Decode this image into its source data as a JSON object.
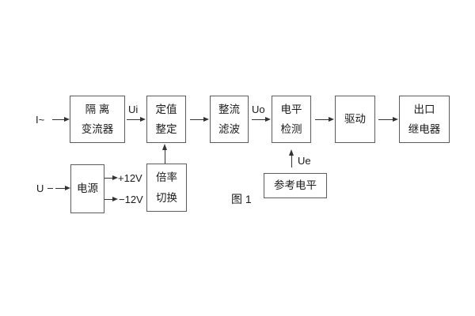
{
  "figure": {
    "caption": "图 1"
  },
  "inputs": {
    "current_label": "I~",
    "voltage_label": "U"
  },
  "blocks": {
    "isolation_transformer": {
      "line1": "隔 离",
      "line2": "变流器"
    },
    "setting_adjust": {
      "line1": "定值",
      "line2": "整定"
    },
    "rectifier_filter": {
      "line1": "整流",
      "line2": "滤波"
    },
    "level_detection": {
      "line1": "电平",
      "line2": "检测"
    },
    "drive": {
      "label": "驱动"
    },
    "output_relay": {
      "line1": "出口",
      "line2": "继电器"
    },
    "power_supply": {
      "label": "电源"
    },
    "ratio_switch": {
      "line1": "倍率",
      "line2": "切换"
    },
    "reference_level": {
      "label": "参考电平"
    }
  },
  "signals": {
    "ui": "Ui",
    "uo": "Uo",
    "ue": "Ue",
    "plus12v": "+12V",
    "minus12v": "−12V"
  },
  "connections": [
    {
      "from": "input-current",
      "to": "isolation-transformer",
      "label": ""
    },
    {
      "from": "isolation-transformer",
      "to": "setting-adjust",
      "label": "Ui"
    },
    {
      "from": "setting-adjust",
      "to": "rectifier-filter",
      "label": ""
    },
    {
      "from": "rectifier-filter",
      "to": "level-detection",
      "label": "Uo"
    },
    {
      "from": "level-detection",
      "to": "drive",
      "label": ""
    },
    {
      "from": "drive",
      "to": "output-relay",
      "label": ""
    },
    {
      "from": "input-voltage",
      "to": "power-supply",
      "label": ""
    },
    {
      "from": "power-supply",
      "to": "rail",
      "label": "+12V"
    },
    {
      "from": "power-supply",
      "to": "rail",
      "label": "−12V"
    },
    {
      "from": "ratio-switch",
      "to": "setting-adjust",
      "label": ""
    },
    {
      "from": "reference-level",
      "to": "level-detection",
      "label": "Ue"
    }
  ],
  "colors": {
    "background": "#ffffff",
    "line": "#333333",
    "border": "#5c5c5c",
    "text": "#1a1a1a"
  }
}
